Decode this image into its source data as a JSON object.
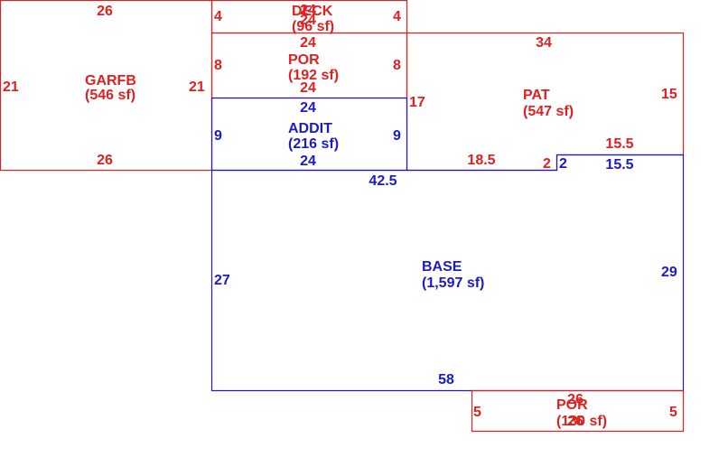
{
  "colors": {
    "red": "#e02020",
    "blue": "#1a1ac8"
  },
  "areas": {
    "garfb": {
      "name": "GARFB",
      "area": "(546 sf)",
      "top": "26",
      "bottom": "26",
      "left": "21",
      "right": "21"
    },
    "deck": {
      "name": "DECK",
      "area": "(96 sf)",
      "left": "4",
      "right": "4",
      "top": "24",
      "bottom": "24"
    },
    "por_top": {
      "name": "POR",
      "area": "(192 sf)",
      "top": "24",
      "bottom": "24",
      "left": "8",
      "right": "8"
    },
    "addit": {
      "name": "ADDIT",
      "area": "(216 sf)",
      "top": "24",
      "bottom": "24",
      "left": "9",
      "right": "9"
    },
    "pat": {
      "name": "PAT",
      "area": "(547 sf)",
      "top": "34",
      "right": "15",
      "left": "17",
      "step_top": "15.5",
      "bottom": "18.5",
      "step": "2"
    },
    "base": {
      "name": "BASE",
      "area": "(1,597 sf)",
      "top_left": "42.5",
      "step": "2",
      "top_right": "15.5",
      "left": "27",
      "right": "29",
      "bottom": "58"
    },
    "por_bottom": {
      "name": "POR",
      "area": "(130 sf)",
      "top": "26",
      "bottom": "26",
      "left": "5",
      "right": "5"
    }
  }
}
